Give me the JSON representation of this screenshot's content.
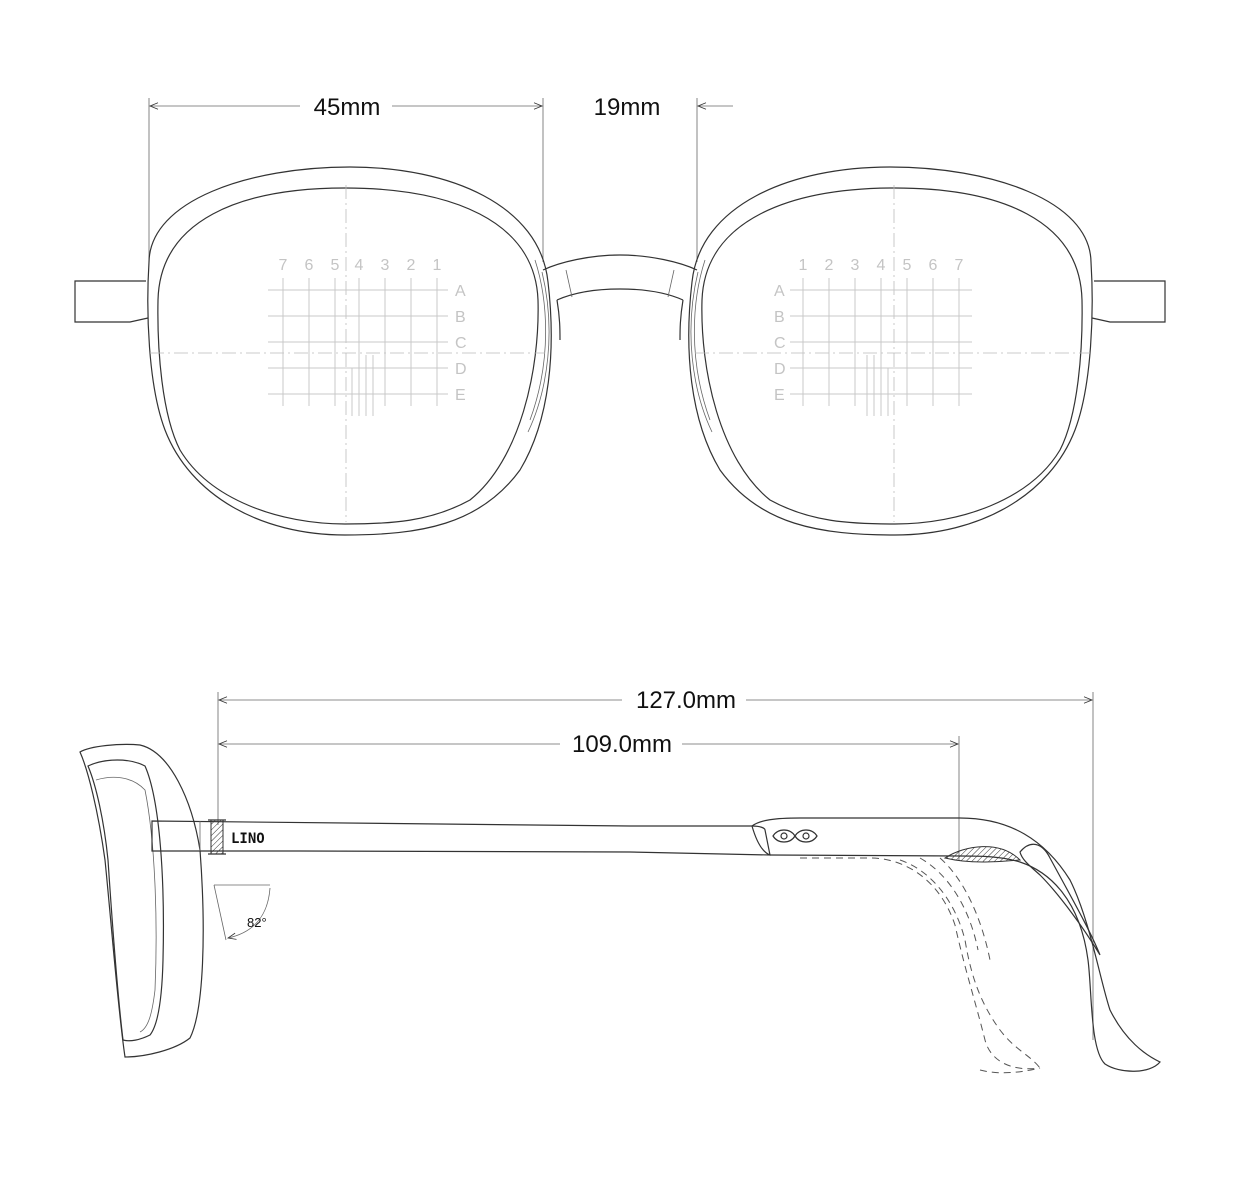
{
  "front_view": {
    "lens_width": "45mm",
    "bridge_width": "19mm",
    "grid_columns_right_lens": [
      "7",
      "6",
      "5",
      "4",
      "3",
      "2",
      "1"
    ],
    "grid_columns_left_lens": [
      "1",
      "2",
      "3",
      "4",
      "5",
      "6",
      "7"
    ],
    "grid_rows": [
      "A",
      "B",
      "C",
      "D",
      "E"
    ]
  },
  "side_view": {
    "total_temple_length": "127.0mm",
    "temple_length_to_bend": "109.0mm",
    "pantoscopic_angle": "82°",
    "temple_logo": "LINO"
  },
  "colors": {
    "line": "#333333",
    "grid": "#c8c8c8",
    "grid_label": "#c4c4c4",
    "text": "#111111"
  }
}
